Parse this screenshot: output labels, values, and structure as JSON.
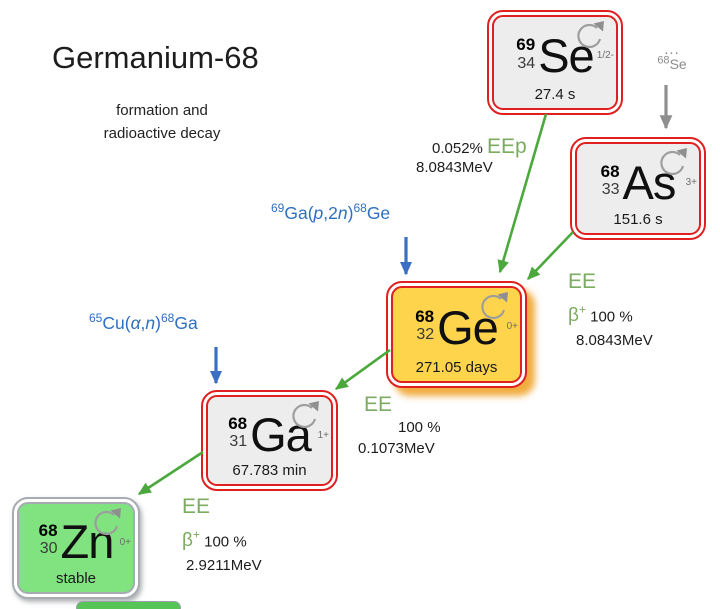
{
  "header": {
    "title": "Germanium-68",
    "subtitle_line1": "formation and",
    "subtitle_line2": "radioactive decay"
  },
  "nuclides": [
    {
      "name": "selenium-69",
      "mass": "69",
      "z": "34",
      "symbol": "Se",
      "halflife": "27.4 s",
      "spin": "1/2-"
    },
    {
      "name": "arsenic-68",
      "mass": "68",
      "z": "33",
      "symbol": "As",
      "halflife": "151.6 s",
      "spin": "3+"
    },
    {
      "name": "germanium-68",
      "mass": "68",
      "z": "32",
      "symbol": "Ge",
      "halflife": "271.05 days",
      "spin": "0+"
    },
    {
      "name": "gallium-68",
      "mass": "68",
      "z": "31",
      "symbol": "Ga",
      "halflife": "67.783 min",
      "spin": "1+"
    },
    {
      "name": "zinc-68",
      "mass": "68",
      "z": "30",
      "symbol": "Zn",
      "halflife": "stable",
      "spin": "0+"
    }
  ],
  "reactions": [
    {
      "t1": "69",
      "t2": "Ga(",
      "t3": "p",
      "t4": ",2",
      "t5": "n",
      "t6": ")",
      "t7": "68",
      "t8": "Ge"
    },
    {
      "t1": "65",
      "t2": "Cu(",
      "t3": "α",
      "t4": ",",
      "t5": "n",
      "t6": ")",
      "t7": "68",
      "t8": "Ga"
    }
  ],
  "feed": {
    "dots": "...",
    "mass": "68",
    "symbol": "Se"
  },
  "decays": {
    "se_to_ge": {
      "percent": "0.052%",
      "mode": "EEp",
      "energy": "8.0843MeV"
    },
    "as_to_ge": {
      "mode": "EE",
      "beta": "β",
      "beta_sup": "+",
      "percent": "100 %",
      "energy": "8.0843MeV"
    },
    "ge_to_ga": {
      "mode": "EE",
      "percent": "100 %",
      "energy": "0.1073MeV"
    },
    "ga_to_zn": {
      "mode": "EE",
      "beta": "β",
      "beta_sup": "+",
      "percent": "100 %",
      "energy": "2.9211MeV"
    }
  },
  "icons": {
    "spin_icon": "circular-rotation-arrow"
  },
  "colors": {
    "red_border": "#e02020",
    "box_fill": "#ededed",
    "ge_fill": "#fdd44b",
    "ge_glow": "#f0a32a",
    "zn_fill": "#80e380",
    "zn_border": "#a6acb2",
    "arrow_green": "#4ba83c",
    "decay_text_green": "#7cab62",
    "reaction_blue": "#2e6fc2",
    "feed_gray": "#8f8f8f"
  }
}
